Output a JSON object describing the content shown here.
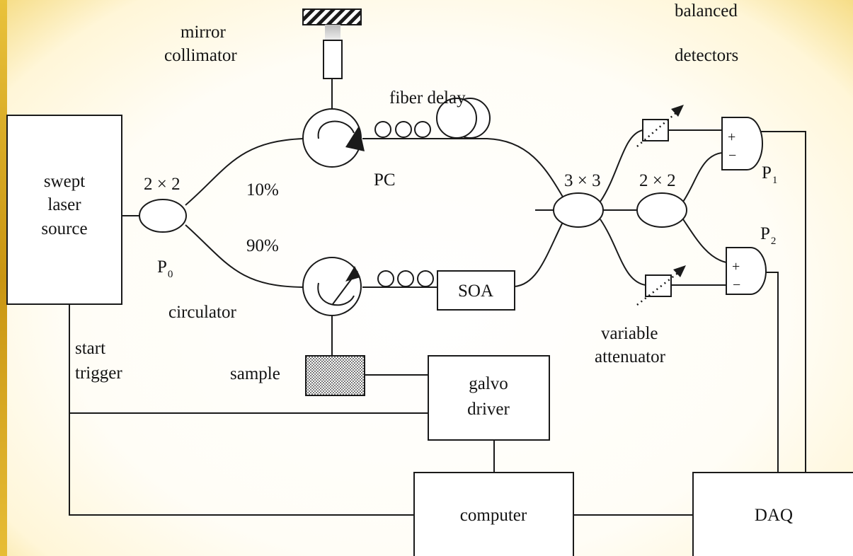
{
  "labels": {
    "mirror": "mirror",
    "collimator": "collimator",
    "fiber_delay": "fiber delay",
    "balanced": "balanced",
    "detectors": "detectors",
    "swept": "swept",
    "laser": "laser",
    "source": "source",
    "coupler_2x2_left": "2 × 2",
    "pct_10": "10%",
    "pct_90": "90%",
    "pc": "PC",
    "p0_main": "P",
    "p0_sub": "0",
    "circulator": "circulator",
    "soa": "SOA",
    "coupler_3x3": "3 × 3",
    "coupler_2x2_right": "2 × 2",
    "p1_main": "P",
    "p1_sub": "1",
    "p2_main": "P",
    "p2_sub": "2",
    "plus": "+",
    "minus": "−",
    "variable": "variable",
    "attenuator": "attenuator",
    "start": "start",
    "trigger": "trigger",
    "sample": "sample",
    "galvo": "galvo",
    "driver": "driver",
    "computer": "computer",
    "daq": "DAQ"
  },
  "colors": {
    "ink": "#1a1a1a",
    "border_gold": "#e0b32a",
    "background": "#ffffff"
  }
}
